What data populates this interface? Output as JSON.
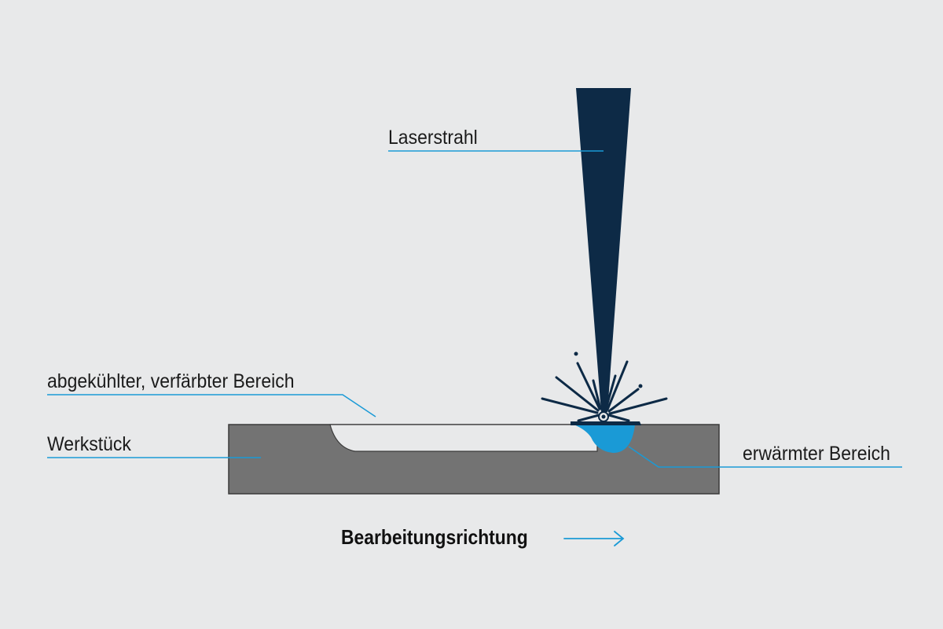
{
  "labels": {
    "laser_beam": "Laserstrahl",
    "cooled_area": "abgekühlter, verfärbter Bereich",
    "workpiece": "Werkstück",
    "heated_area": "erwärmter Bereich"
  },
  "direction": {
    "label": "Bearbeitungsrichtung"
  },
  "colors": {
    "background": "#e8e9ea",
    "workpiece": "#737373",
    "laser_beam": "#0d2a46",
    "leader_line": "#1a9ad6",
    "heated_zone": "#1a9ad6",
    "cooled_track": "#e8e9ea"
  }
}
